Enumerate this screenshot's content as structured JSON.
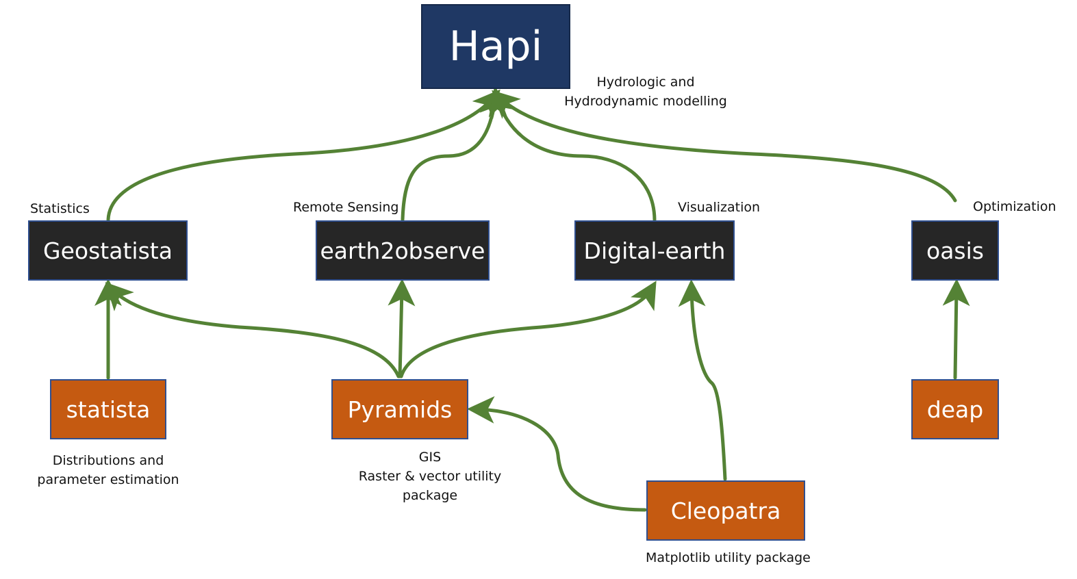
{
  "colors": {
    "connector": "#548235",
    "root_fill": "#1f3864",
    "mid_fill": "#262626",
    "leaf_fill": "#c55a11",
    "box_border": "#2f4f8f",
    "text_on_box": "#ffffff"
  },
  "nodes": {
    "hapi": {
      "label": "Hapi",
      "desc_line1": "Hydrologic and",
      "desc_line2": "Hydrodynamic modelling"
    },
    "geostatista": {
      "label": "Geostatista",
      "desc": "Statistics"
    },
    "earth2observe": {
      "label": "earth2observe",
      "desc": "Remote Sensing"
    },
    "digital_earth": {
      "label": "Digital-earth",
      "desc": "Visualization"
    },
    "oasis": {
      "label": "oasis",
      "desc": "Optimization"
    },
    "statista": {
      "label": "statista",
      "desc_line1": "Distributions and",
      "desc_line2": "parameter estimation"
    },
    "pyramids": {
      "label": "Pyramids",
      "desc_line1": "GIS",
      "desc_line2": "Raster & vector utility",
      "desc_line3": "package"
    },
    "cleopatra": {
      "label": "Cleopatra",
      "desc": "Matplotlib utility package"
    },
    "deap": {
      "label": "deap"
    }
  },
  "edges": [
    {
      "from": "geostatista",
      "to": "hapi"
    },
    {
      "from": "earth2observe",
      "to": "hapi"
    },
    {
      "from": "digital_earth",
      "to": "hapi"
    },
    {
      "from": "oasis",
      "to": "hapi"
    },
    {
      "from": "statista",
      "to": "geostatista"
    },
    {
      "from": "pyramids",
      "to": "geostatista"
    },
    {
      "from": "pyramids",
      "to": "earth2observe"
    },
    {
      "from": "pyramids",
      "to": "digital_earth"
    },
    {
      "from": "cleopatra",
      "to": "pyramids"
    },
    {
      "from": "cleopatra",
      "to": "digital_earth"
    },
    {
      "from": "deap",
      "to": "oasis"
    }
  ]
}
